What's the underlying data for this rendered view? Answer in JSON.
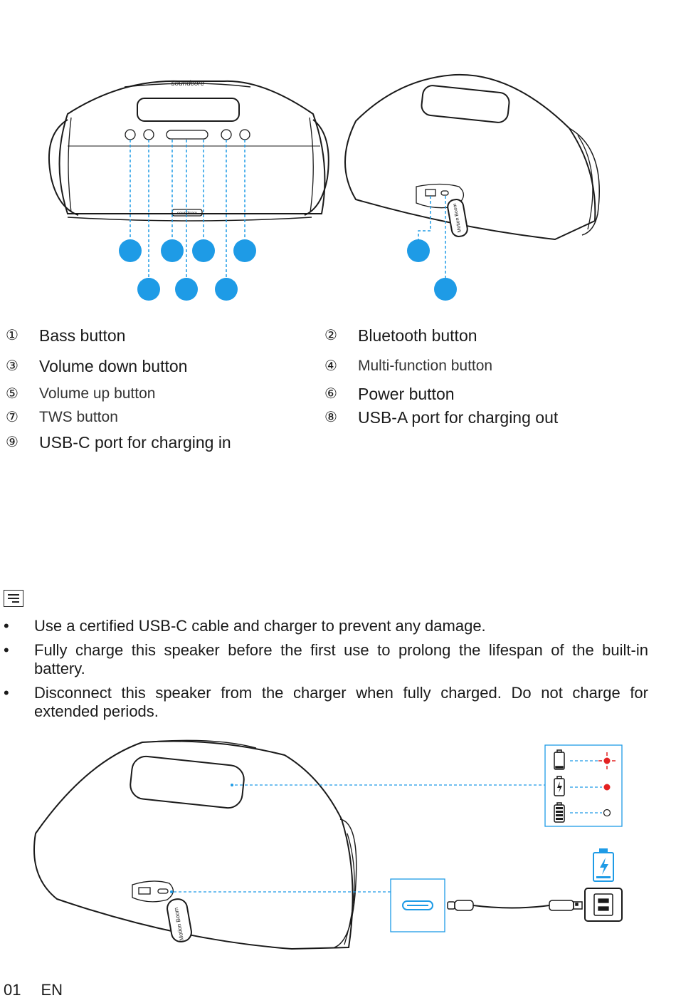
{
  "brand": {
    "top_logo": "soundcore",
    "front_logo": "soundcore",
    "side_logo": "Motion Boom"
  },
  "parts": [
    {
      "num": "①",
      "label": "Bass button"
    },
    {
      "num": "②",
      "label": "Bluetooth button"
    },
    {
      "num": "③",
      "label": "Volume down button"
    },
    {
      "num": "④",
      "label": "Multi-function button"
    },
    {
      "num": "⑤",
      "label": "Volume up button"
    },
    {
      "num": "⑥",
      "label": "Power button"
    },
    {
      "num": "⑦",
      "label": "TWS button"
    },
    {
      "num": "⑧",
      "label": "USB-A port for charging out"
    },
    {
      "num": "⑨",
      "label": "USB-C port for charging in"
    }
  ],
  "notes": [
    "Use a certified USB-C cable and charger to prevent any damage.",
    "Fully charge this speaker before the first use to prolong the lifespan of the built-in battery.",
    "Disconnect this speaker from the charger when fully charged. Do not charge for extended periods."
  ],
  "footer": {
    "page": "01",
    "lang": "EN"
  },
  "colors": {
    "accent": "#1e9be6",
    "led_red": "#e32222",
    "line": "#1a1a1a"
  }
}
